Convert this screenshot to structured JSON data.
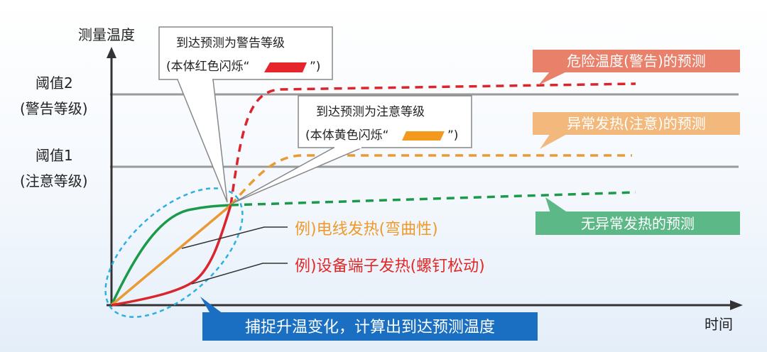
{
  "axes": {
    "y_label": "测量温度",
    "x_label": "时间"
  },
  "thresholds": [
    {
      "name": "阈值2",
      "sub": "(警告等级)"
    },
    {
      "name": "阈值1",
      "sub": "(注意等级)"
    }
  ],
  "callouts": {
    "warning": {
      "line1": "到达预测为警告等级",
      "line2_prefix": "(本体红色闪烁“",
      "line2_suffix": "”)",
      "swatch": "#e5242b"
    },
    "caution": {
      "line1": "到达预测为注意等级",
      "line2_prefix": "(本体黄色闪烁“",
      "line2_suffix": "”)",
      "swatch": "#f39a1e"
    }
  },
  "predictions": {
    "danger": {
      "label": "危险温度(警告)的预测",
      "color": "#e8806a"
    },
    "abnormal": {
      "label": "异常发热(注意)的预测",
      "color": "#f3b87c"
    },
    "normal": {
      "label": "无异常发热的预测",
      "color": "#5cb887"
    }
  },
  "examples": {
    "wire": {
      "label": "例)电线发热(弯曲性)",
      "color": "#ee9a2a"
    },
    "terminal": {
      "label": "例)设备端子发热(螺钉松动)",
      "color": "#e02a2a"
    }
  },
  "bottom_box": {
    "label": "捕捉升温变化，计算出到达预测温度",
    "color": "#1b6fc2"
  },
  "colors": {
    "red": "#d9252b",
    "orange": "#e99a33",
    "green": "#1a9a4a",
    "axis": "#333333",
    "grid": "#9a9a9a",
    "dashed_ring": "#2bb0e0"
  }
}
